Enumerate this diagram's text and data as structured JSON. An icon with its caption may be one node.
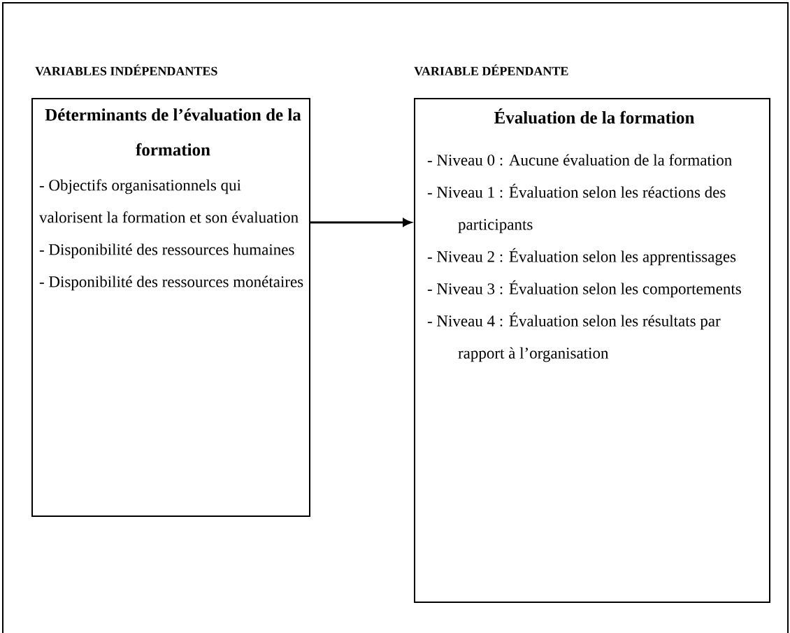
{
  "diagram": {
    "nodes": [
      {
        "text": [
          "Déterminants de l’évaluation de la formation",
          "- Objectifs organisationnels qui valorisent la formation et son évaluation",
          "- Disponibilité des ressources humaines",
          "- Disponibilité des ressources monétaires"
        ]
      },
      {
        "text": [
          "Évaluation de la formation",
          "- Niveau 0 : Aucune évaluation de la formation",
          "- Niveau 1 : Évaluation selon les réactions des participants",
          "- Niveau 2 : Évaluation selon les apprentissages",
          "- Niveau 3 : Évaluation selon les comportements",
          "- Niveau 4 : Évaluation selon les résultats par rapport à l’organisation"
        ]
      }
    ],
    "edges": [
      {
        "from": 0,
        "to": 1,
        "arrow": "to"
      }
    ],
    "labels": [
      "VARIABLES INDÉPENDANTES",
      "VARIABLE DÉPENDANTE"
    ]
  }
}
